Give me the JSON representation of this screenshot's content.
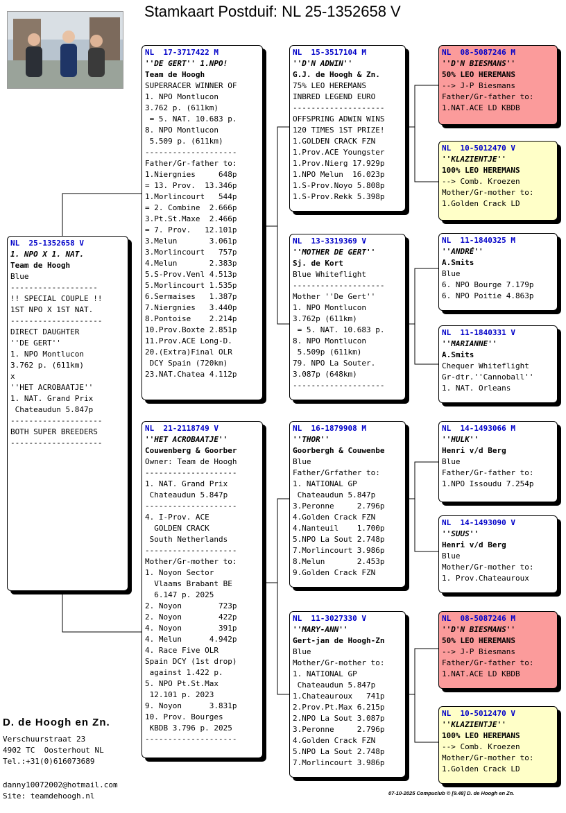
{
  "title": "Stamkaart Postduif: NL  25-1352658 V",
  "photo_alt": "photo",
  "subject": {
    "ring": "NL  25-1352658 V",
    "name": "1. NPO X 1. NAT.",
    "lines": [
      {
        "t": "Team de Hoogh",
        "b": true
      },
      {
        "t": "Blue"
      },
      {
        "t": "-------------------"
      },
      {
        "t": "!! SPECIAL COUPLE !!"
      },
      {
        "t": "1ST NPO X 1ST NAT."
      },
      {
        "t": "--------------------"
      },
      {
        "t": "DIRECT DAUGHTER"
      },
      {
        "t": "''DE GERT''"
      },
      {
        "t": "1. NPO Montlucon"
      },
      {
        "t": "3.762 p. (611km)"
      },
      {
        "t": ""
      },
      {
        "t": "x"
      },
      {
        "t": ""
      },
      {
        "t": "''HET ACROBAATJE''"
      },
      {
        "t": "1. NAT. Grand Prix"
      },
      {
        "t": " Chateaudun 5.847p"
      },
      {
        "t": "--------------------"
      },
      {
        "t": "BOTH SUPER BREEDERS"
      },
      {
        "t": "--------------------"
      }
    ]
  },
  "father": {
    "ring": "NL  17-3717422 M",
    "name": "''DE GERT'' 1.NPO!",
    "lines": [
      {
        "t": "Team de Hoogh",
        "b": true
      },
      {
        "t": "SUPERRACER WINNER OF"
      },
      {
        "t": "1. NPO Montlucon"
      },
      {
        "t": "3.762 p. (611km)"
      },
      {
        "t": " = 5. NAT. 10.683 p."
      },
      {
        "t": "8. NPO Montlucon"
      },
      {
        "t": " 5.509 p. (611km)"
      },
      {
        "t": "--------------------"
      },
      {
        "t": "Father/Gr-father to:"
      },
      {
        "t": "1.Niergnies     648p"
      },
      {
        "t": "= 13. Prov.  13.346p"
      },
      {
        "t": "1.Morlincourt   544p"
      },
      {
        "t": "= 2. Combine  2.666p"
      },
      {
        "t": "3.Pt.St.Maxe  2.466p"
      },
      {
        "t": "= 7. Prov.   12.101p"
      },
      {
        "t": "3.Melun       3.061p"
      },
      {
        "t": "3.Morlincourt   757p"
      },
      {
        "t": "4.Melun       2.383p"
      },
      {
        "t": "5.S-Prov.Venl 4.513p"
      },
      {
        "t": "5.Morlincourt 1.535p"
      },
      {
        "t": "6.Sermaises   1.387p"
      },
      {
        "t": "7.Niergnies   3.440p"
      },
      {
        "t": "8.Pontoise    2.214p"
      },
      {
        "t": "10.Prov.Boxte 2.851p"
      },
      {
        "t": "11.Prov.ACE Long-D."
      },
      {
        "t": "20.(Extra)Final OLR"
      },
      {
        "t": " DCY Spain (720km)"
      },
      {
        "t": "23.NAT.Chatea 4.112p"
      }
    ]
  },
  "mother": {
    "ring": "NL  21-2118749 V",
    "name": "''HET ACROBAATJE''",
    "lines": [
      {
        "t": "Couwenberg & Goorber",
        "b": true
      },
      {
        "t": "Owner: Team de Hoogh"
      },
      {
        "t": "--------------------"
      },
      {
        "t": "1. NAT. Grand Prix"
      },
      {
        "t": " Chateaudun 5.847p"
      },
      {
        "t": "--------------------"
      },
      {
        "t": "4. I-Prov. ACE"
      },
      {
        "t": "  GOLDEN CRACK"
      },
      {
        "t": " South Netherlands"
      },
      {
        "t": "--------------------"
      },
      {
        "t": "Mother/Gr-mother to:"
      },
      {
        "t": "1. Noyon Sector"
      },
      {
        "t": "  Vlaams Brabant BE"
      },
      {
        "t": "  6.147 p. 2025"
      },
      {
        "t": "2. Noyon        723p"
      },
      {
        "t": "2. Noyon        422p"
      },
      {
        "t": "4. Noyon        391p"
      },
      {
        "t": "4. Melun      4.942p"
      },
      {
        "t": "4. Race Five OLR"
      },
      {
        "t": "Spain DCY (1st drop)"
      },
      {
        "t": " against 1.422 p."
      },
      {
        "t": "5. NPO Pt.St.Max"
      },
      {
        "t": " 12.101 p. 2023"
      },
      {
        "t": "9. Noyon      3.831p"
      },
      {
        "t": "10. Prov. Bourges"
      },
      {
        "t": " KBDB 3.796 p. 2025"
      },
      {
        "t": "--------------------"
      }
    ]
  },
  "ff": {
    "ring": "NL  15-3517104 M",
    "name": "''D'N ADWIN''",
    "lines": [
      {
        "t": "G.J. de Hoogh & Zn.",
        "b": true
      },
      {
        "t": "75% LEO HEREMANS"
      },
      {
        "t": "INBRED LEGEND EURO"
      },
      {
        "t": "--------------------"
      },
      {
        "t": "OFFSPRING ADWIN WINS"
      },
      {
        "t": "120 TIMES 1ST PRIZE!"
      },
      {
        "t": "1.GOLDEN CRACK FZN"
      },
      {
        "t": "1.Prov.ACE Youngster"
      },
      {
        "t": "1.Prov.Nierg 17.929p"
      },
      {
        "t": "1.NPO Melun  16.023p"
      },
      {
        "t": "1.S-Prov.Noyo 5.808p"
      },
      {
        "t": "1.S-Prov.Rekk 5.398p"
      }
    ]
  },
  "fm": {
    "ring": "NL  13-3319369 V",
    "name": "''MOTHER DE GERT''",
    "lines": [
      {
        "t": "Sj. de Kort",
        "b": true
      },
      {
        "t": "Blue Whiteflight"
      },
      {
        "t": "--------------------"
      },
      {
        "t": "Mother ''De Gert''"
      },
      {
        "t": "1. NPO Montlucon"
      },
      {
        "t": "3.762p (611km)"
      },
      {
        "t": " = 5. NAT. 10.683 p."
      },
      {
        "t": "8. NPO Montlucon"
      },
      {
        "t": " 5.509p (611km)"
      },
      {
        "t": "79. NPO La Souter."
      },
      {
        "t": "3.087p (648km)"
      },
      {
        "t": "--------------------"
      }
    ]
  },
  "mf": {
    "ring": "NL  16-1879908 M",
    "name": "''THOR''",
    "lines": [
      {
        "t": "Goorbergh & Couwenbe",
        "b": true
      },
      {
        "t": "Blue"
      },
      {
        "t": "Father/Grfather to:"
      },
      {
        "t": "1. NATIONAL GP"
      },
      {
        "t": " Chateaudun 5.847p"
      },
      {
        "t": "3.Peronne     2.796p"
      },
      {
        "t": "4.Golden Crack FZN"
      },
      {
        "t": "4.Nanteuil    1.700p"
      },
      {
        "t": "5.NPO La Sout 2.748p"
      },
      {
        "t": "7.Morlincourt 3.986p"
      },
      {
        "t": "8.Melun       2.453p"
      },
      {
        "t": "9.Golden Crack FZN"
      }
    ]
  },
  "mm": {
    "ring": "NL  11-3027330 V",
    "name": "''MARY-ANN''",
    "lines": [
      {
        "t": "Gert-jan de Hoogh-Zn",
        "b": true
      },
      {
        "t": "Blue"
      },
      {
        "t": "Mother/Gr-mother to:"
      },
      {
        "t": "1. NATIONAL GP"
      },
      {
        "t": " Chateaudun 5.847p"
      },
      {
        "t": "1.Chateauroux   741p"
      },
      {
        "t": "2.Prov.Pt.Max 6.215p"
      },
      {
        "t": "2.NPO La Sout 3.087p"
      },
      {
        "t": "3.Peronne     2.796p"
      },
      {
        "t": "4.Golden Crack FZN"
      },
      {
        "t": "5.NPO La Sout 2.748p"
      },
      {
        "t": "7.Morlincourt 3.986p"
      }
    ]
  },
  "fff": {
    "ring": "NL  08-5087246 M",
    "name": "''D'N BIESMANS''",
    "lines": [
      {
        "t": "50% LEO HEREMANS",
        "b": true
      },
      {
        "t": "--> J-P Biesmans"
      },
      {
        "t": "Father/Gr-father to:"
      },
      {
        "t": "1.NAT.ACE LD KBDB"
      }
    ]
  },
  "ffm": {
    "ring": "NL  10-5012470 V",
    "name": "''KLAZIENTJE''",
    "lines": [
      {
        "t": "100% LEO HEREMANS",
        "b": true
      },
      {
        "t": "--> Comb. Kroezen"
      },
      {
        "t": "Mother/Gr-mother to:"
      },
      {
        "t": "1.Golden Crack LD"
      }
    ]
  },
  "fmf": {
    "ring": "NL  11-1840325 M",
    "name": "''ANDRÉ''",
    "lines": [
      {
        "t": "A.Smits",
        "b": true
      },
      {
        "t": "Blue"
      },
      {
        "t": "6. NPO Bourge 7.179p"
      },
      {
        "t": "6. NPO Poitie 4.863p"
      }
    ]
  },
  "fmm": {
    "ring": "NL  11-1840331 V",
    "name": "''MARIANNE''",
    "lines": [
      {
        "t": "A.Smits",
        "b": true
      },
      {
        "t": "Chequer Whiteflight"
      },
      {
        "t": "Gr-dtr.''Cannoball''"
      },
      {
        "t": "1. NAT. Orleans"
      }
    ]
  },
  "mff": {
    "ring": "NL  14-1493066 M",
    "name": "''HULK''",
    "lines": [
      {
        "t": "Henri v/d Berg",
        "b": true
      },
      {
        "t": "Blue"
      },
      {
        "t": "Father/Gr-father to:"
      },
      {
        "t": "1.NPO Issoudu 7.254p"
      }
    ]
  },
  "mfm": {
    "ring": "NL  14-1493090 V",
    "name": "''SUUS''",
    "lines": [
      {
        "t": "Henri v/d Berg",
        "b": true
      },
      {
        "t": "Blue"
      },
      {
        "t": "Mother/Gr-mother to:"
      },
      {
        "t": "1. Prov.Chateauroux"
      }
    ]
  },
  "mmf": {
    "ring": "NL  08-5087246 M",
    "name": "''D'N BIESMANS''",
    "lines": [
      {
        "t": "50% LEO HEREMANS",
        "b": true
      },
      {
        "t": "--> J-P Biesmans"
      },
      {
        "t": "Father/Gr-father to:"
      },
      {
        "t": "1.NAT.ACE LD KBDB"
      }
    ]
  },
  "mmm": {
    "ring": "NL  10-5012470 V",
    "name": "''KLAZIENTJE''",
    "lines": [
      {
        "t": "100% LEO HEREMANS",
        "b": true
      },
      {
        "t": "--> Comb. Kroezen"
      },
      {
        "t": "Mother/Gr-mother to:"
      },
      {
        "t": "1.Golden Crack LD"
      }
    ]
  },
  "owner": {
    "name": "D. de Hoogh en Zn.",
    "address": "Verschuurstraat 23",
    "city": "4902 TC  Oosterhout NL",
    "tel": "Tel.:+31(0)616073689",
    "email": "danny10072002@hotmail.com",
    "site": "Site: teamdehoogh.nl"
  },
  "footer": "07-10-2025   Compuclub © [9.48]  D. de Hoogh en Zn.",
  "colors": {
    "ring": "#0000c8",
    "red_box": "#fb9b9b",
    "yellow_box": "#ffffc8"
  }
}
